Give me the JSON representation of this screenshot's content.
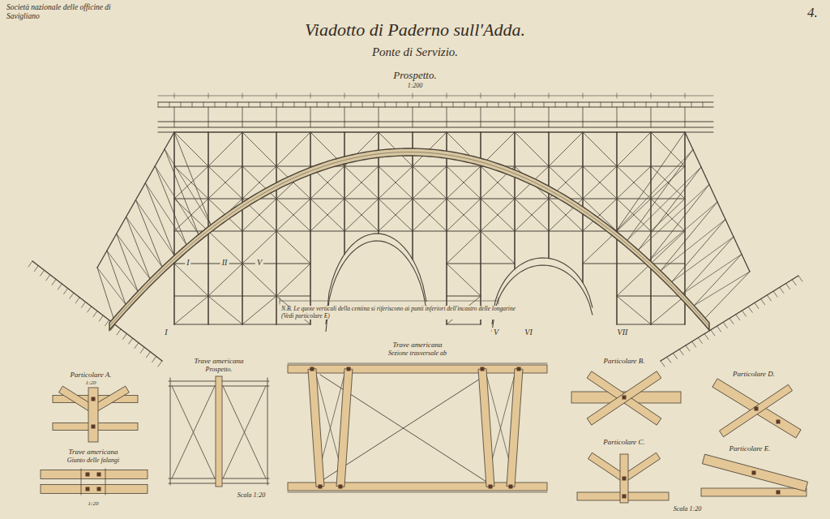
{
  "diagram": {
    "title": "Viadotto di Paderno sull'Adda.",
    "labels": [
      "Società nazionale delle officine di Savigliano",
      "4.",
      "Ponte di Servizio.",
      "Prospetto.",
      "1:200",
      "I",
      "II",
      "V",
      "I",
      "V",
      "VI",
      "VII",
      "N.B. Le quote verticali della centina si riferiscono ai punti inferiori dell'incastro delle longarine (Vedi particolare E)",
      "Particolare A.",
      "1:20",
      "Trave americana",
      "Giunto delle falangi",
      "1:20",
      "Trave americana",
      "Prospetto.",
      "Trave americana",
      "Sezione trasversale ab",
      "Scala 1:20",
      "Particolare B.",
      "Particolare C.",
      "Particolare D.",
      "Particolare E.",
      "Scala 1:20"
    ]
  }
}
